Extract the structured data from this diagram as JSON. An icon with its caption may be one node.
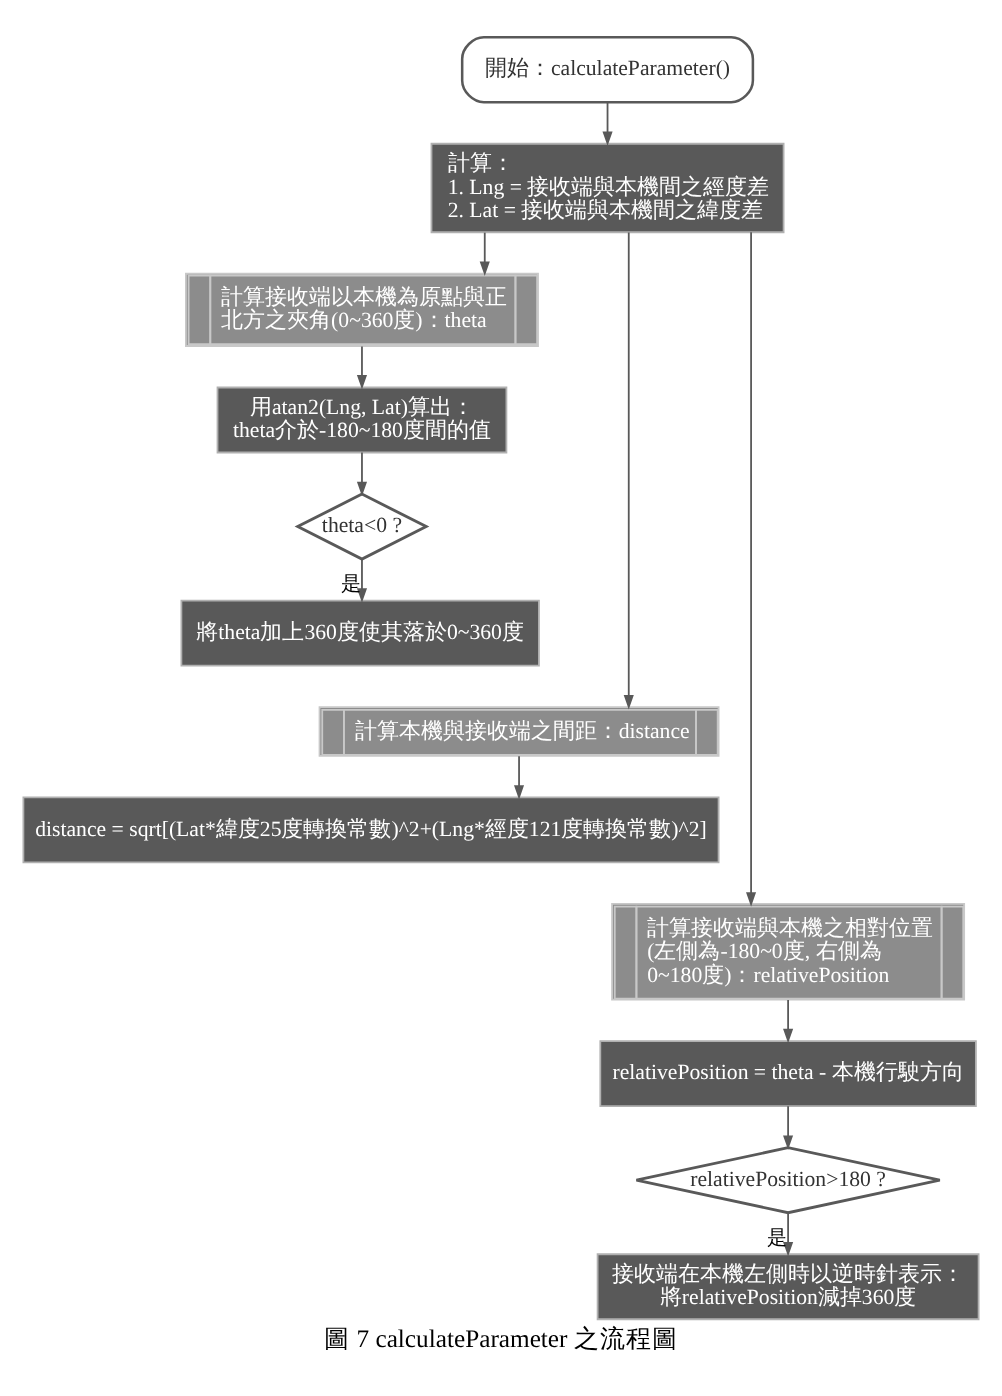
{
  "diagram": {
    "caption": "圖 7 calculateParameter 之流程圖",
    "nodes": [
      {
        "text": [
          "開始：calculateParameter()"
        ]
      },
      {
        "text": [
          "計算：",
          "1. Lng = 接收端與本機間之經度差",
          "2. Lat = 接收端與本機間之緯度差"
        ]
      },
      {
        "text": [
          "計算接收端以本機為原點與正北方之夾角(0~360度)：theta"
        ]
      },
      {
        "text": [
          "用atan2(Lng, Lat)算出：theta介於-180~180度間的值"
        ]
      },
      {
        "text": [
          "theta<0 ?"
        ]
      },
      {
        "text": [
          "將theta加上360度使其落於0~360度"
        ]
      },
      {
        "text": [
          "計算本機與接收端之間距：distance"
        ]
      },
      {
        "text": [
          "distance = sqrt[(Lat*緯度25度轉換常數)^2+(Lng*經度121度轉換常數)^2]"
        ]
      },
      {
        "text": [
          "計算接收端與本機之相對位置(左側為-180~0度, 右側為0~180度)：relativePosition"
        ]
      },
      {
        "text": [
          "relativePosition = theta - 本機行駛方向"
        ]
      },
      {
        "text": [
          "relativePosition>180 ?"
        ]
      },
      {
        "text": [
          "接收端在本機左側時以逆時針表示：將relativePosition減掉360度"
        ]
      }
    ],
    "edges": [
      {
        "from": 0,
        "to": 1,
        "arrow": "to"
      },
      {
        "from": 1,
        "to": 2,
        "arrow": "to"
      },
      {
        "from": 1,
        "to": 6,
        "arrow": "to"
      },
      {
        "from": 1,
        "to": 8,
        "arrow": "to"
      },
      {
        "from": 2,
        "to": 3,
        "arrow": "to"
      },
      {
        "from": 3,
        "to": 4,
        "arrow": "to"
      },
      {
        "from": 4,
        "to": 5,
        "arrow": "to",
        "label": "是"
      },
      {
        "from": 6,
        "to": 7,
        "arrow": "to"
      },
      {
        "from": 8,
        "to": 9,
        "arrow": "to"
      },
      {
        "from": 9,
        "to": 10,
        "arrow": "to"
      },
      {
        "from": 10,
        "to": 11,
        "arrow": "to",
        "label": "是"
      }
    ]
  }
}
